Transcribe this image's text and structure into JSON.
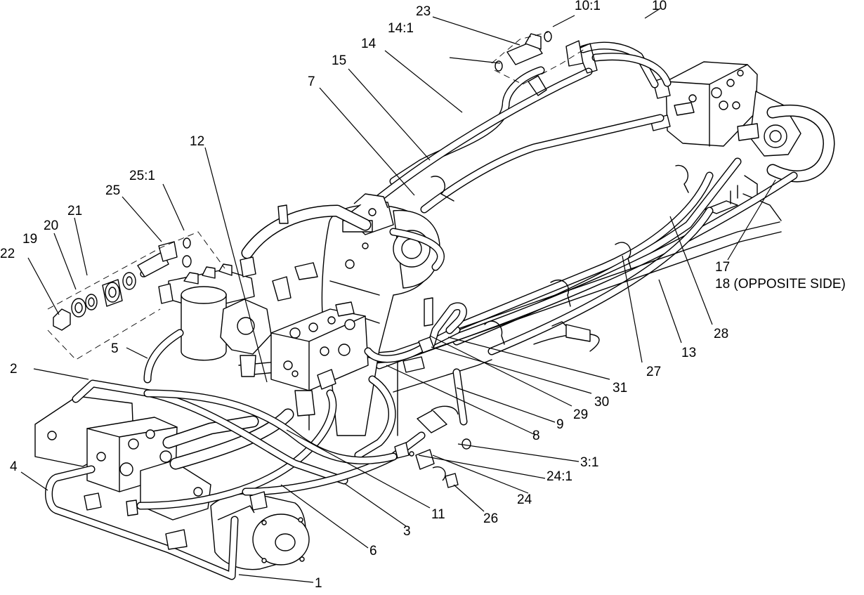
{
  "callouts": [
    {
      "id": "c1",
      "text": "1"
    },
    {
      "id": "c2",
      "text": "2"
    },
    {
      "id": "c3",
      "text": "3"
    },
    {
      "id": "c3_1",
      "text": "3:1"
    },
    {
      "id": "c4",
      "text": "4"
    },
    {
      "id": "c5",
      "text": "5"
    },
    {
      "id": "c6",
      "text": "6"
    },
    {
      "id": "c7",
      "text": "7"
    },
    {
      "id": "c8",
      "text": "8"
    },
    {
      "id": "c9",
      "text": "9"
    },
    {
      "id": "c10",
      "text": "10"
    },
    {
      "id": "c10_1",
      "text": "10:1"
    },
    {
      "id": "c11",
      "text": "11"
    },
    {
      "id": "c12",
      "text": "12"
    },
    {
      "id": "c13",
      "text": "13"
    },
    {
      "id": "c14",
      "text": "14"
    },
    {
      "id": "c14_1",
      "text": "14:1"
    },
    {
      "id": "c15",
      "text": "15"
    },
    {
      "id": "c17",
      "text": "17"
    },
    {
      "id": "c18",
      "text": "18 (OPPOSITE SIDE)"
    },
    {
      "id": "c19",
      "text": "19"
    },
    {
      "id": "c20",
      "text": "20"
    },
    {
      "id": "c21",
      "text": "21"
    },
    {
      "id": "c22",
      "text": "22"
    },
    {
      "id": "c23",
      "text": "23"
    },
    {
      "id": "c24",
      "text": "24"
    },
    {
      "id": "c24_1",
      "text": "24:1"
    },
    {
      "id": "c25",
      "text": "25"
    },
    {
      "id": "c25_1",
      "text": "25:1"
    },
    {
      "id": "c26",
      "text": "26"
    },
    {
      "id": "c27",
      "text": "27"
    },
    {
      "id": "c28",
      "text": "28"
    },
    {
      "id": "c29",
      "text": "29"
    },
    {
      "id": "c30",
      "text": "30"
    },
    {
      "id": "c31",
      "text": "31"
    }
  ]
}
